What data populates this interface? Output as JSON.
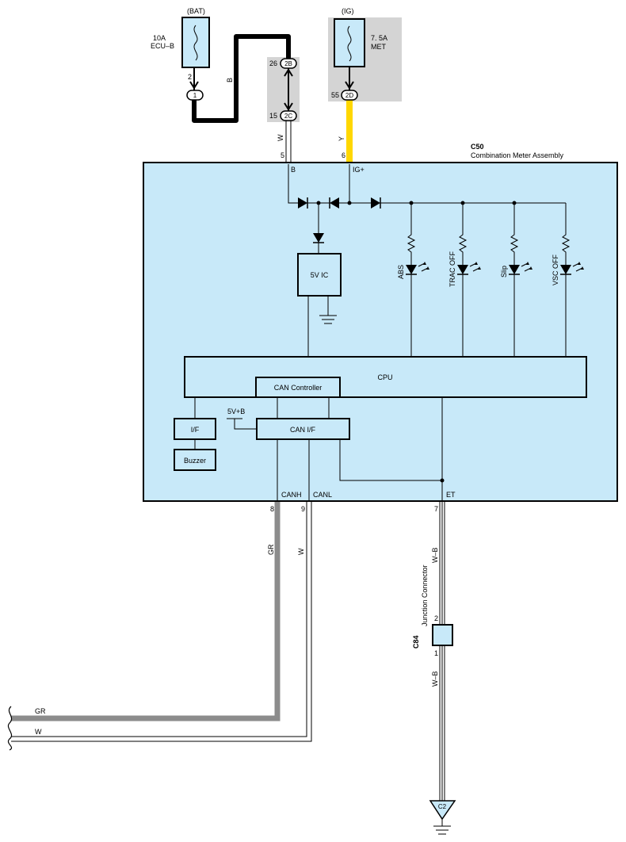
{
  "fuses": {
    "bat": {
      "supply": "(BAT)",
      "rating": "10A",
      "name": "ECU–B",
      "pin": "2"
    },
    "ig": {
      "supply": "(IG)",
      "rating": "7. 5A",
      "name": "MET",
      "pin": "55"
    }
  },
  "connectors": {
    "j1": "1",
    "c2b": {
      "pin": "26",
      "label": "2B"
    },
    "c2c": {
      "pin": "15",
      "label": "2C"
    },
    "c2d": {
      "label": "2D"
    }
  },
  "wires": {
    "b": "B",
    "w_top": "W",
    "y": "Y",
    "gr": "GR",
    "w_can": "W",
    "wb_top": "W–B",
    "wb_bottom": "W–B",
    "gr_left": "GR",
    "w_left": "W"
  },
  "meter": {
    "code": "C50",
    "name": "Combination Meter Assembly",
    "pins": {
      "b": "5",
      "ig": "6",
      "canh": "8",
      "canl": "9",
      "et": "7"
    },
    "terminals": {
      "b": "B",
      "ig": "IG+",
      "canh": "CANH",
      "canl": "CANL",
      "et": "ET"
    },
    "ic": "5V IC",
    "cpu": "CPU",
    "can_controller": "CAN Controller",
    "if": "I/F",
    "buzzer": "Buzzer",
    "can_if": "CAN I/F",
    "v5b": "5V+B",
    "leds": [
      "ABS",
      "TRAC OFF",
      "Slip",
      "VSC OFF"
    ]
  },
  "junction": {
    "code": "C84",
    "name": "Junction Connector",
    "pin_top": "2",
    "pin_bottom": "1"
  },
  "ground": "C2",
  "colors": {
    "panel": "#c8e9f9",
    "connector_bg": "#d4d4d4",
    "wire_y": "#ffd700",
    "wire_gr": "#8c8c8c",
    "line": "#000000"
  }
}
